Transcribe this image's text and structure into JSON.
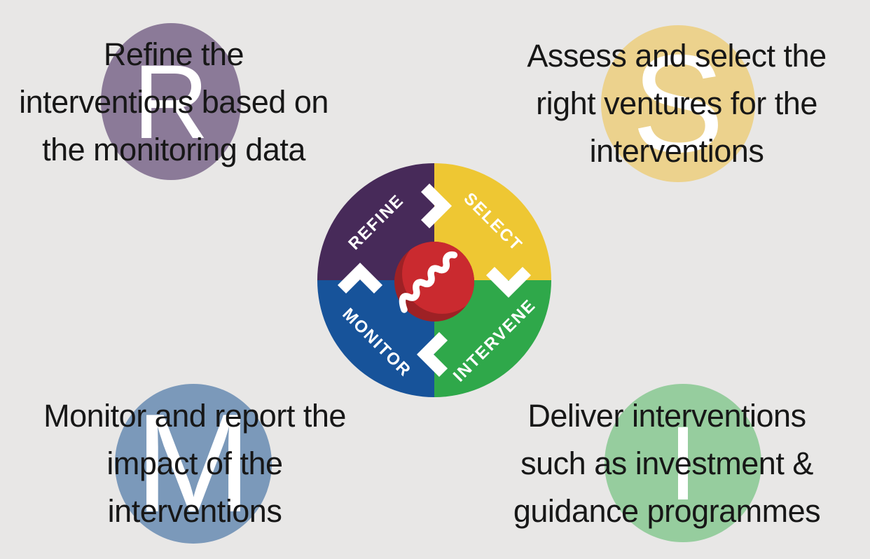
{
  "background_color": "#e8e7e6",
  "text_color": "#171717",
  "cycle": {
    "hub": {
      "icon": "trend-squiggle-icon",
      "color": "#ca2a2f",
      "shadow_color": "#9e2125"
    },
    "flow": "clockwise",
    "segments": [
      {
        "label": "REFINE",
        "color": "#472a59",
        "position": "top-left"
      },
      {
        "label": "SELECT",
        "color": "#eec733",
        "position": "top-right"
      },
      {
        "label": "INTERVENE",
        "color": "#2fa84a",
        "position": "bottom-right"
      },
      {
        "label": "MONITOR",
        "color": "#17539a",
        "position": "bottom-left"
      }
    ]
  },
  "callouts": [
    {
      "id": "refine",
      "letter": "R",
      "circle_color": "#8b7a98",
      "lines": [
        "Refine the",
        "interventions based on",
        "the monitoring data"
      ]
    },
    {
      "id": "select",
      "letter": "S",
      "circle_color": "#ecd28d",
      "lines": [
        "Assess and select the",
        "right ventures for the",
        "interventions"
      ]
    },
    {
      "id": "monitor",
      "letter": "M",
      "circle_color": "#7b99ba",
      "lines": [
        "Monitor and report the",
        "impact of the",
        "interventions"
      ]
    },
    {
      "id": "intervene",
      "letter": "I",
      "circle_color": "#96cd9e",
      "lines": [
        "Deliver interventions",
        "such as investment &",
        "guidance programmes"
      ]
    }
  ]
}
